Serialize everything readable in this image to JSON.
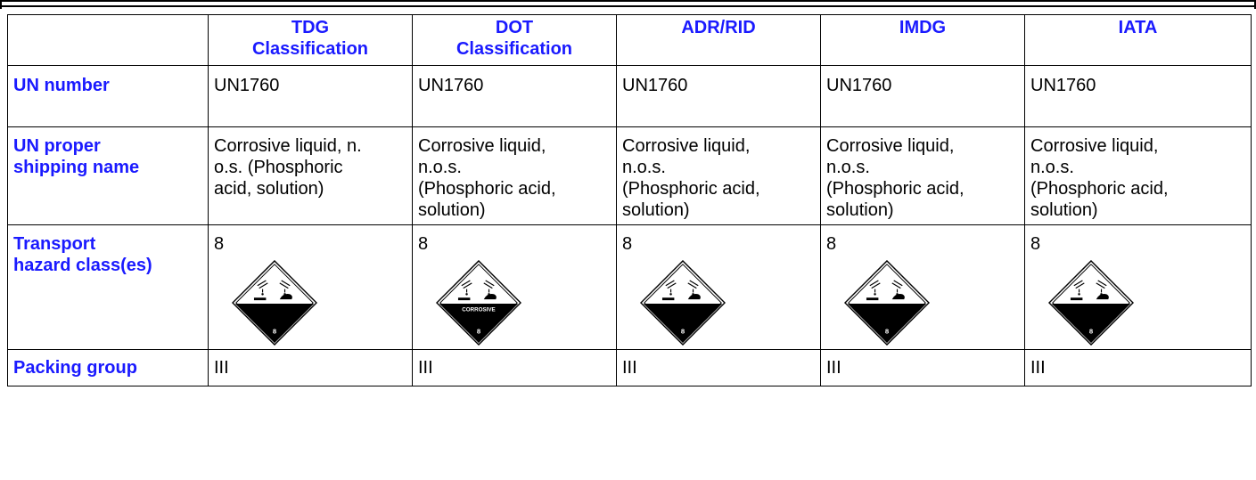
{
  "columns": [
    "",
    "TDG\nClassification",
    "DOT\nClassification",
    "ADR/RID",
    "IMDG",
    "IATA"
  ],
  "col_titles": [
    {
      "line1": "TDG",
      "line2": "Classification"
    },
    {
      "line1": "DOT",
      "line2": "Classification"
    },
    {
      "line1": "ADR/RID",
      "line2": ""
    },
    {
      "line1": "IMDG",
      "line2": ""
    },
    {
      "line1": "IATA",
      "line2": ""
    }
  ],
  "rows": {
    "un_number": {
      "label": "UN number",
      "values": [
        "UN1760",
        "UN1760",
        "UN1760",
        "UN1760",
        "UN1760"
      ]
    },
    "proper_name": {
      "label_line1": "UN proper",
      "label_line2": "shipping name",
      "values": [
        [
          "Corrosive liquid, n.",
          "o.s. (Phosphoric",
          "acid, solution)",
          ""
        ],
        [
          "Corrosive liquid,",
          "n.o.s.",
          "(Phosphoric acid,",
          "solution)"
        ],
        [
          "Corrosive liquid,",
          "n.o.s.",
          "(Phosphoric acid,",
          "solution)"
        ],
        [
          "Corrosive liquid,",
          "n.o.s.",
          "(Phosphoric acid,",
          "solution)"
        ],
        [
          "Corrosive liquid,",
          "n.o.s.",
          "(Phosphoric acid,",
          "solution)"
        ]
      ]
    },
    "hazard_class": {
      "label_line1": "Transport",
      "label_line2": "hazard class(es)",
      "values": [
        "8",
        "8",
        "8",
        "8",
        "8"
      ],
      "placard_number": "8",
      "dot_placard_text": "CORROSIVE"
    },
    "packing_group": {
      "label": "Packing group",
      "values": [
        "III",
        "III",
        "III",
        "III",
        "III"
      ]
    }
  },
  "colors": {
    "header_text": "#1a1aff",
    "border": "#000000"
  },
  "icons": [
    "corrosive-placard-icon"
  ]
}
